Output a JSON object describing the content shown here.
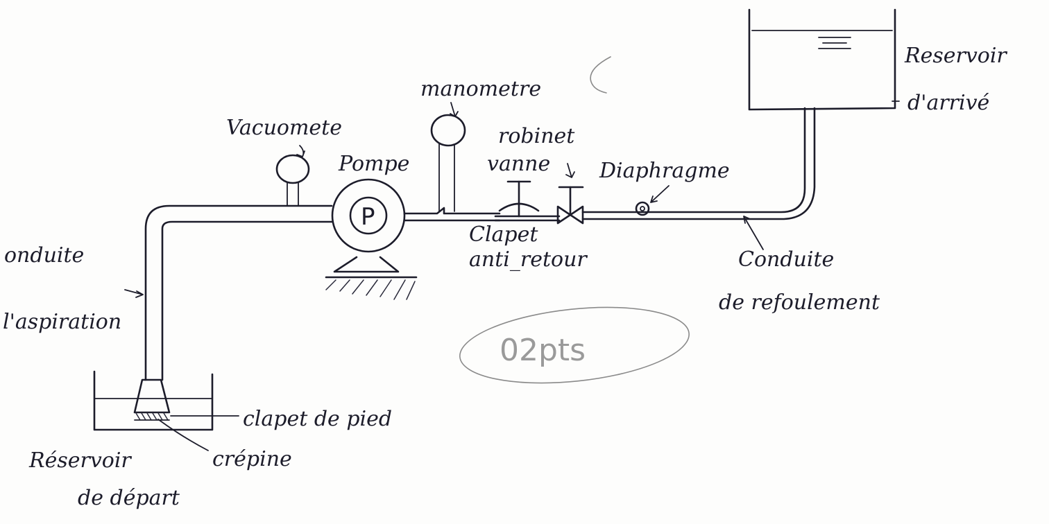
{
  "labels": {
    "conduite_aspiration": [
      "onduite",
      "l'aspiration"
    ],
    "reservoir_depart": [
      "Réservoir",
      "de départ"
    ],
    "clapet_pied": "clapet de pied",
    "crepine": "crépine",
    "vacuometre": "Vacuomete",
    "pompe": "Pompe",
    "pump_symbol": "P",
    "manometre": "manometre",
    "robinet_vanne": [
      "robinet",
      "vanne"
    ],
    "clapet_anti_retour": [
      "Clapet",
      "anti_retour"
    ],
    "diaphragme": "Diaphragme",
    "conduite_refoulement": [
      "Conduite",
      "de refoulement"
    ],
    "reservoir_arrivee": [
      "Reservoir",
      "d'arrivé"
    ],
    "score": "02pts"
  }
}
